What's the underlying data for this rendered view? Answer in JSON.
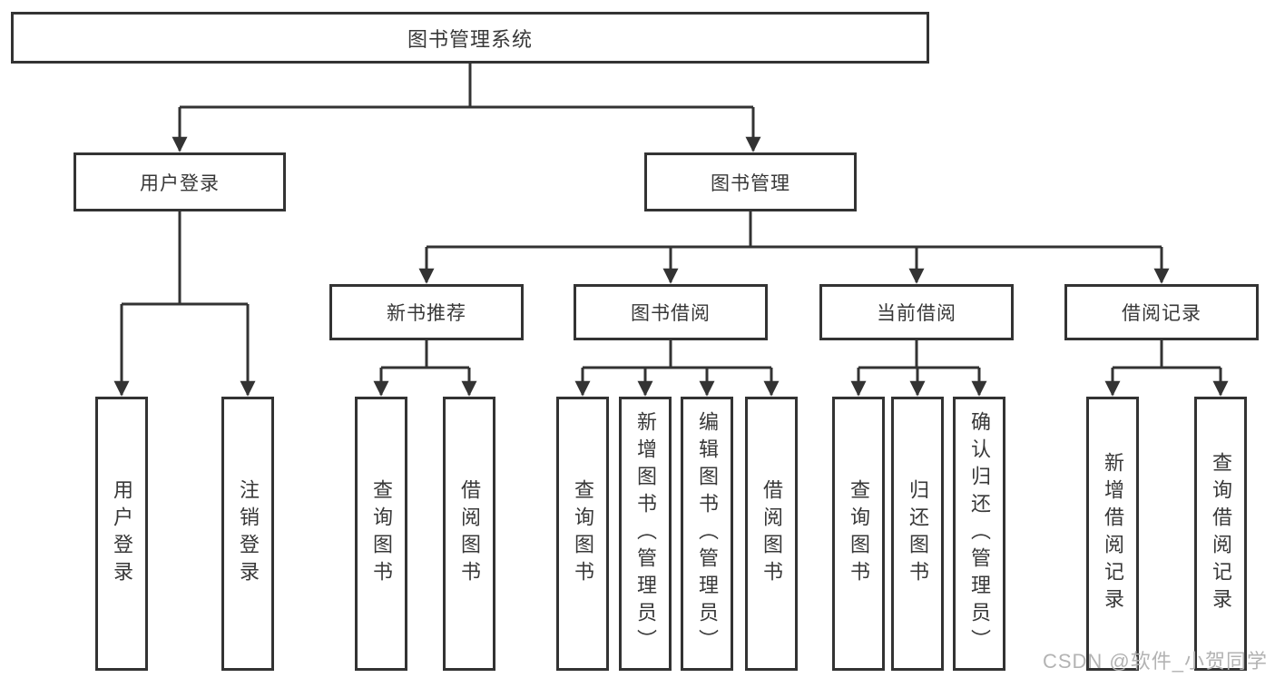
{
  "diagram": {
    "root": {
      "label": "图书管理系统"
    },
    "level2": [
      {
        "id": "user-login",
        "label": "用户登录"
      },
      {
        "id": "book-management",
        "label": "图书管理"
      }
    ],
    "level3": [
      {
        "id": "new-book-recommend",
        "label": "新书推荐"
      },
      {
        "id": "book-borrow",
        "label": "图书借阅"
      },
      {
        "id": "current-borrow",
        "label": "当前借阅"
      },
      {
        "id": "borrow-records",
        "label": "借阅记录"
      }
    ],
    "leaves": {
      "user_login": [
        {
          "label": "用户登录"
        },
        {
          "label": "注销登录"
        }
      ],
      "new_book_recommend": [
        {
          "label": "查询图书"
        },
        {
          "label": "借阅图书"
        }
      ],
      "book_borrow": [
        {
          "label": "查询图书"
        },
        {
          "label": "新增图书（管理员）"
        },
        {
          "label": "编辑图书（管理员）"
        },
        {
          "label": "借阅图书"
        }
      ],
      "current_borrow": [
        {
          "label": "查询图书"
        },
        {
          "label": "归还图书"
        },
        {
          "label": "确认归还（管理员）"
        }
      ],
      "borrow_records": [
        {
          "label": "新增借阅记录"
        },
        {
          "label": "查询借阅记录"
        }
      ]
    },
    "colors": {
      "line": "#333333",
      "text": "#383838",
      "box_background": "#ffffff",
      "page_background": "#ffffff",
      "watermark": "#b3b3b3"
    }
  },
  "watermark": {
    "text": "CSDN @软件_小贺同学"
  }
}
